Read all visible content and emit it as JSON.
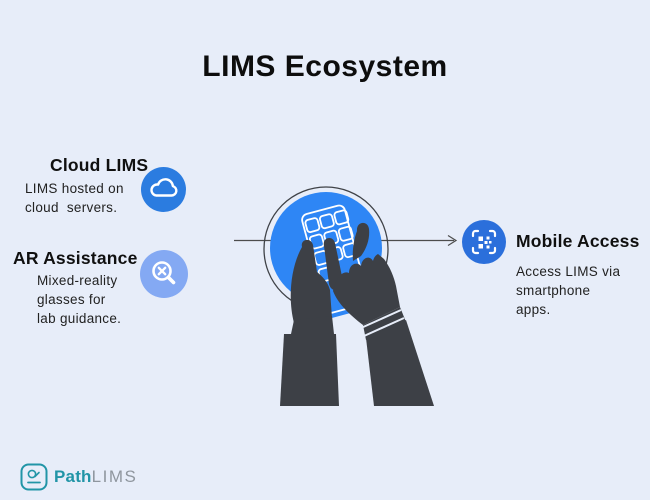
{
  "title": "LIMS Ecosystem",
  "items": {
    "cloud": {
      "heading": "Cloud LIMS",
      "lines": [
        "LIMS hosted on",
        "cloud  servers."
      ],
      "icon": "cloud-icon"
    },
    "ar": {
      "heading": "AR Assistance",
      "lines": [
        "Mixed-reality",
        "glasses for",
        "lab guidance."
      ],
      "icon": "magnifier-x-icon"
    },
    "mobile": {
      "heading": "Mobile Access",
      "lines": [
        "Access LIMS via",
        "smartphone",
        "apps."
      ],
      "icon": "qr-scan-icon"
    }
  },
  "center_illustration": "hands-holding-smartphone",
  "connector": {
    "direction": "right",
    "target": "Mobile Access"
  },
  "logo": {
    "brand_bold": "Path",
    "brand_light": "LIMS",
    "icon": "lab-badge-icon"
  },
  "colors": {
    "background": "#e7edf9",
    "phone_blue": "#2e86f5",
    "cloud_icon_blue": "#2b7ce0",
    "ar_icon_light_blue": "#84a9f3",
    "qr_icon_blue": "#2b6fdb",
    "hands_dark": "#3d4046",
    "heading_text": "#101010",
    "body_text": "#222222",
    "logo_teal": "#2195a7",
    "logo_gray": "#8f969e",
    "connector_gray": "#4d4d4d"
  }
}
